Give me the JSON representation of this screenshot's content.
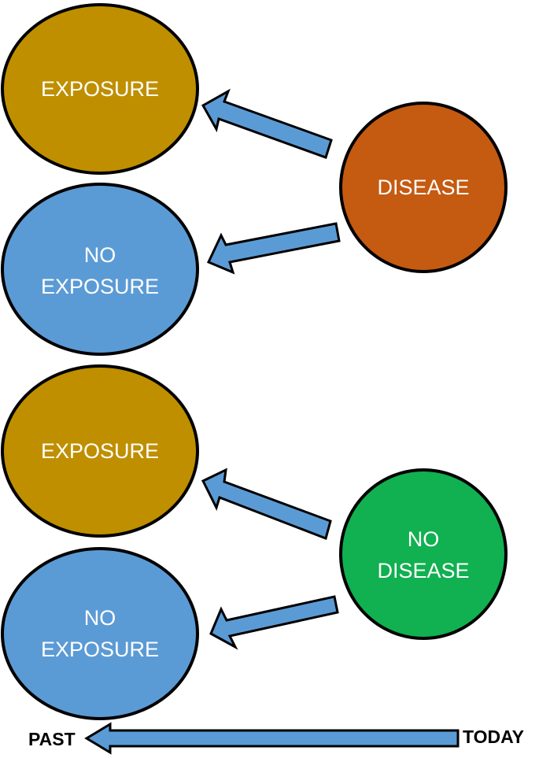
{
  "colors": {
    "exposure": "#bf8f00",
    "no_exposure": "#5b9bd5",
    "disease": "#c55a11",
    "no_disease": "#11b050",
    "arrow": "#5b9bd5",
    "outline": "#000000"
  },
  "group1": {
    "exposure": "EXPOSURE",
    "no_exposure_line1": "NO",
    "no_exposure_line2": "EXPOSURE",
    "outcome": "DISEASE"
  },
  "group2": {
    "exposure": "EXPOSURE",
    "no_exposure_line1": "NO",
    "no_exposure_line2": "EXPOSURE",
    "outcome_line1": "NO",
    "outcome_line2": "DISEASE"
  },
  "timeline": {
    "past": "PAST",
    "today": "TODAY"
  }
}
